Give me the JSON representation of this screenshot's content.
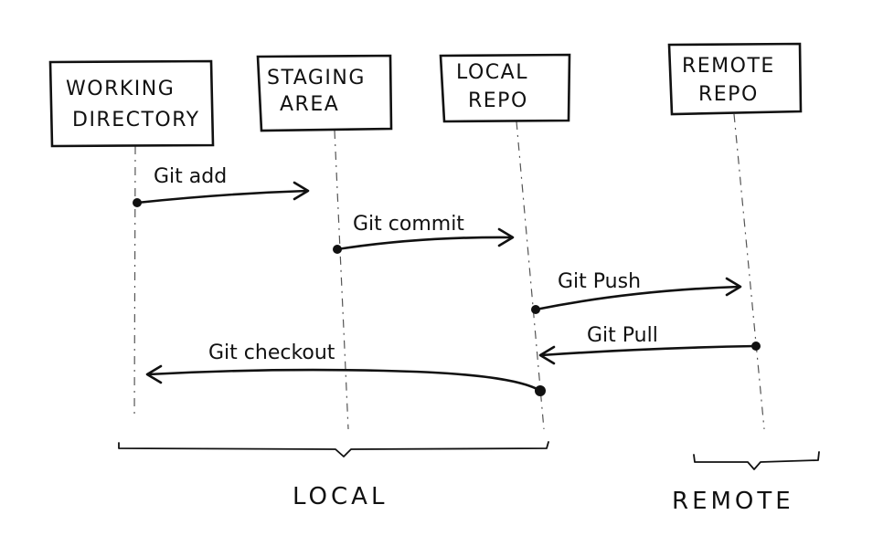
{
  "participants": [
    {
      "line1": "WORKING",
      "line2": "DIRECTORY"
    },
    {
      "line1": "STAGING",
      "line2": "AREA"
    },
    {
      "line1": "LOCAL",
      "line2": "REPO"
    },
    {
      "line1": "REMOTE",
      "line2": "REPO"
    }
  ],
  "messages": [
    {
      "label": "Git add",
      "from": 0,
      "to": 1
    },
    {
      "label": "Git commit",
      "from": 1,
      "to": 2
    },
    {
      "label": "Git Push",
      "from": 2,
      "to": 3
    },
    {
      "label": "Git Pull",
      "from": 3,
      "to": 2
    },
    {
      "label": "Git checkout",
      "from": 2,
      "to": 0
    }
  ],
  "groups": {
    "local": "LOCAL",
    "remote": "REMOTE"
  },
  "colors": {
    "ink": "#111111",
    "lifeline": "#555555",
    "background": "#ffffff"
  }
}
